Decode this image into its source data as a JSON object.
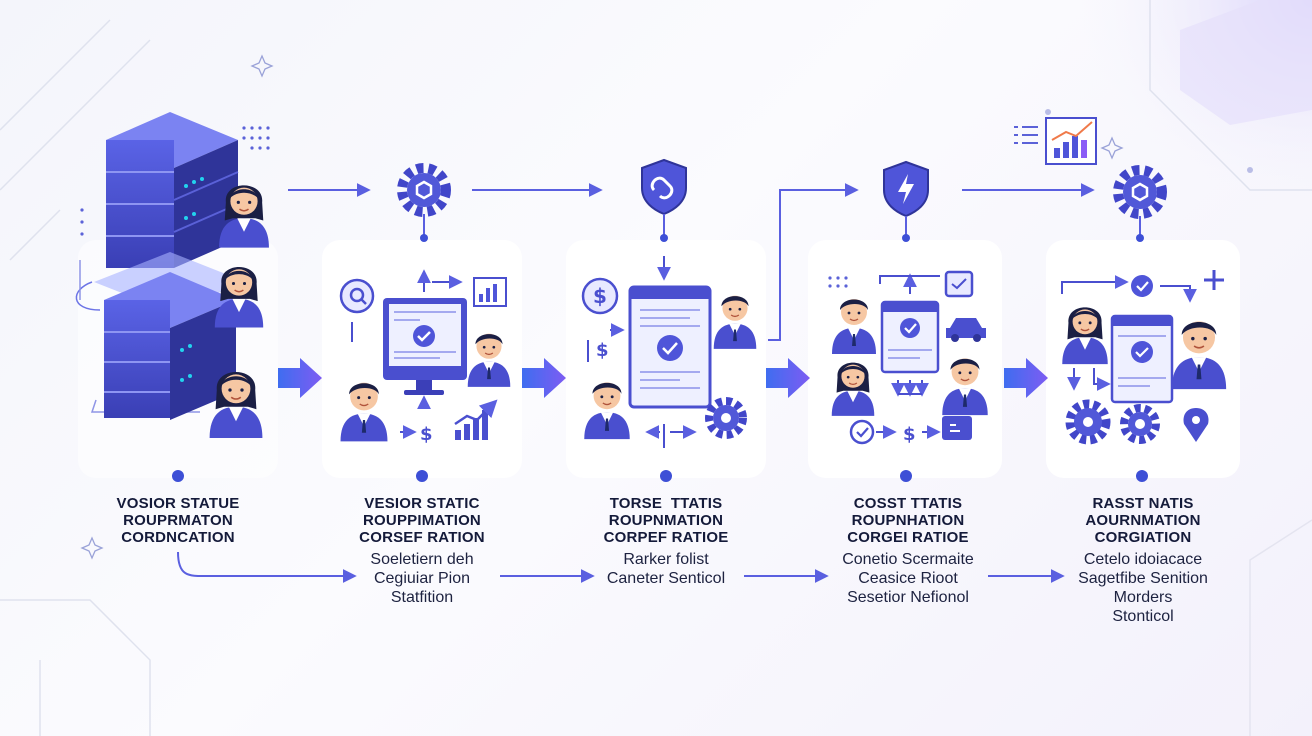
{
  "colors": {
    "primary": "#4f55d9",
    "primary_dark": "#3b3fb8",
    "accent_purple": "#8b5cf6",
    "text_dark": "#141a3a",
    "card_bg": "#ffffff"
  },
  "stages": [
    {
      "title_lines": [
        "VOSIOR STATUE",
        "ROUPRMATON",
        "CORDNCATION"
      ],
      "subtitle_lines": [],
      "icons": [
        "server-stack-icon",
        "person-avatar-icon"
      ]
    },
    {
      "title_lines": [
        "VESIOR STATIC",
        "ROUPPIMATION",
        "CORSEF RATION"
      ],
      "subtitle_lines": [
        "Soeletiern deh",
        "Cegiuiar Pion",
        "Statfition"
      ],
      "icons": [
        "gear-icon",
        "monitor-check-icon",
        "bar-chart-icon",
        "dollar-icon",
        "search-icon"
      ]
    },
    {
      "title_lines": [
        "TORSE  TTATIS",
        "ROUPNMATION",
        "CORPEF RATIOE"
      ],
      "subtitle_lines": [
        "Rarker folist",
        "Caneter Senticol"
      ],
      "icons": [
        "shield-link-icon",
        "document-check-icon",
        "dollar-icon",
        "gear-icon"
      ]
    },
    {
      "title_lines": [
        "COSST TTATIS",
        "ROUPNHATION",
        "CORGEI RATIOE"
      ],
      "subtitle_lines": [
        "Conetio Scermaite",
        "Ceasice Rioot",
        "Sesetior Nefionol"
      ],
      "icons": [
        "shield-bolt-icon",
        "document-check-icon",
        "puzzle-icon",
        "car-icon"
      ]
    },
    {
      "title_lines": [
        "RASST NATIS",
        "AOURNMATION",
        "CORGIATION"
      ],
      "subtitle_lines": [
        "Cetelo idoiacace",
        "Sagetfibe Senition",
        "Morders",
        "Stonticol"
      ],
      "icons": [
        "gear-icon",
        "document-check-icon",
        "bar-chart-icon",
        "plus-icon"
      ]
    }
  ],
  "header_icons": [
    "analytics-icon"
  ]
}
